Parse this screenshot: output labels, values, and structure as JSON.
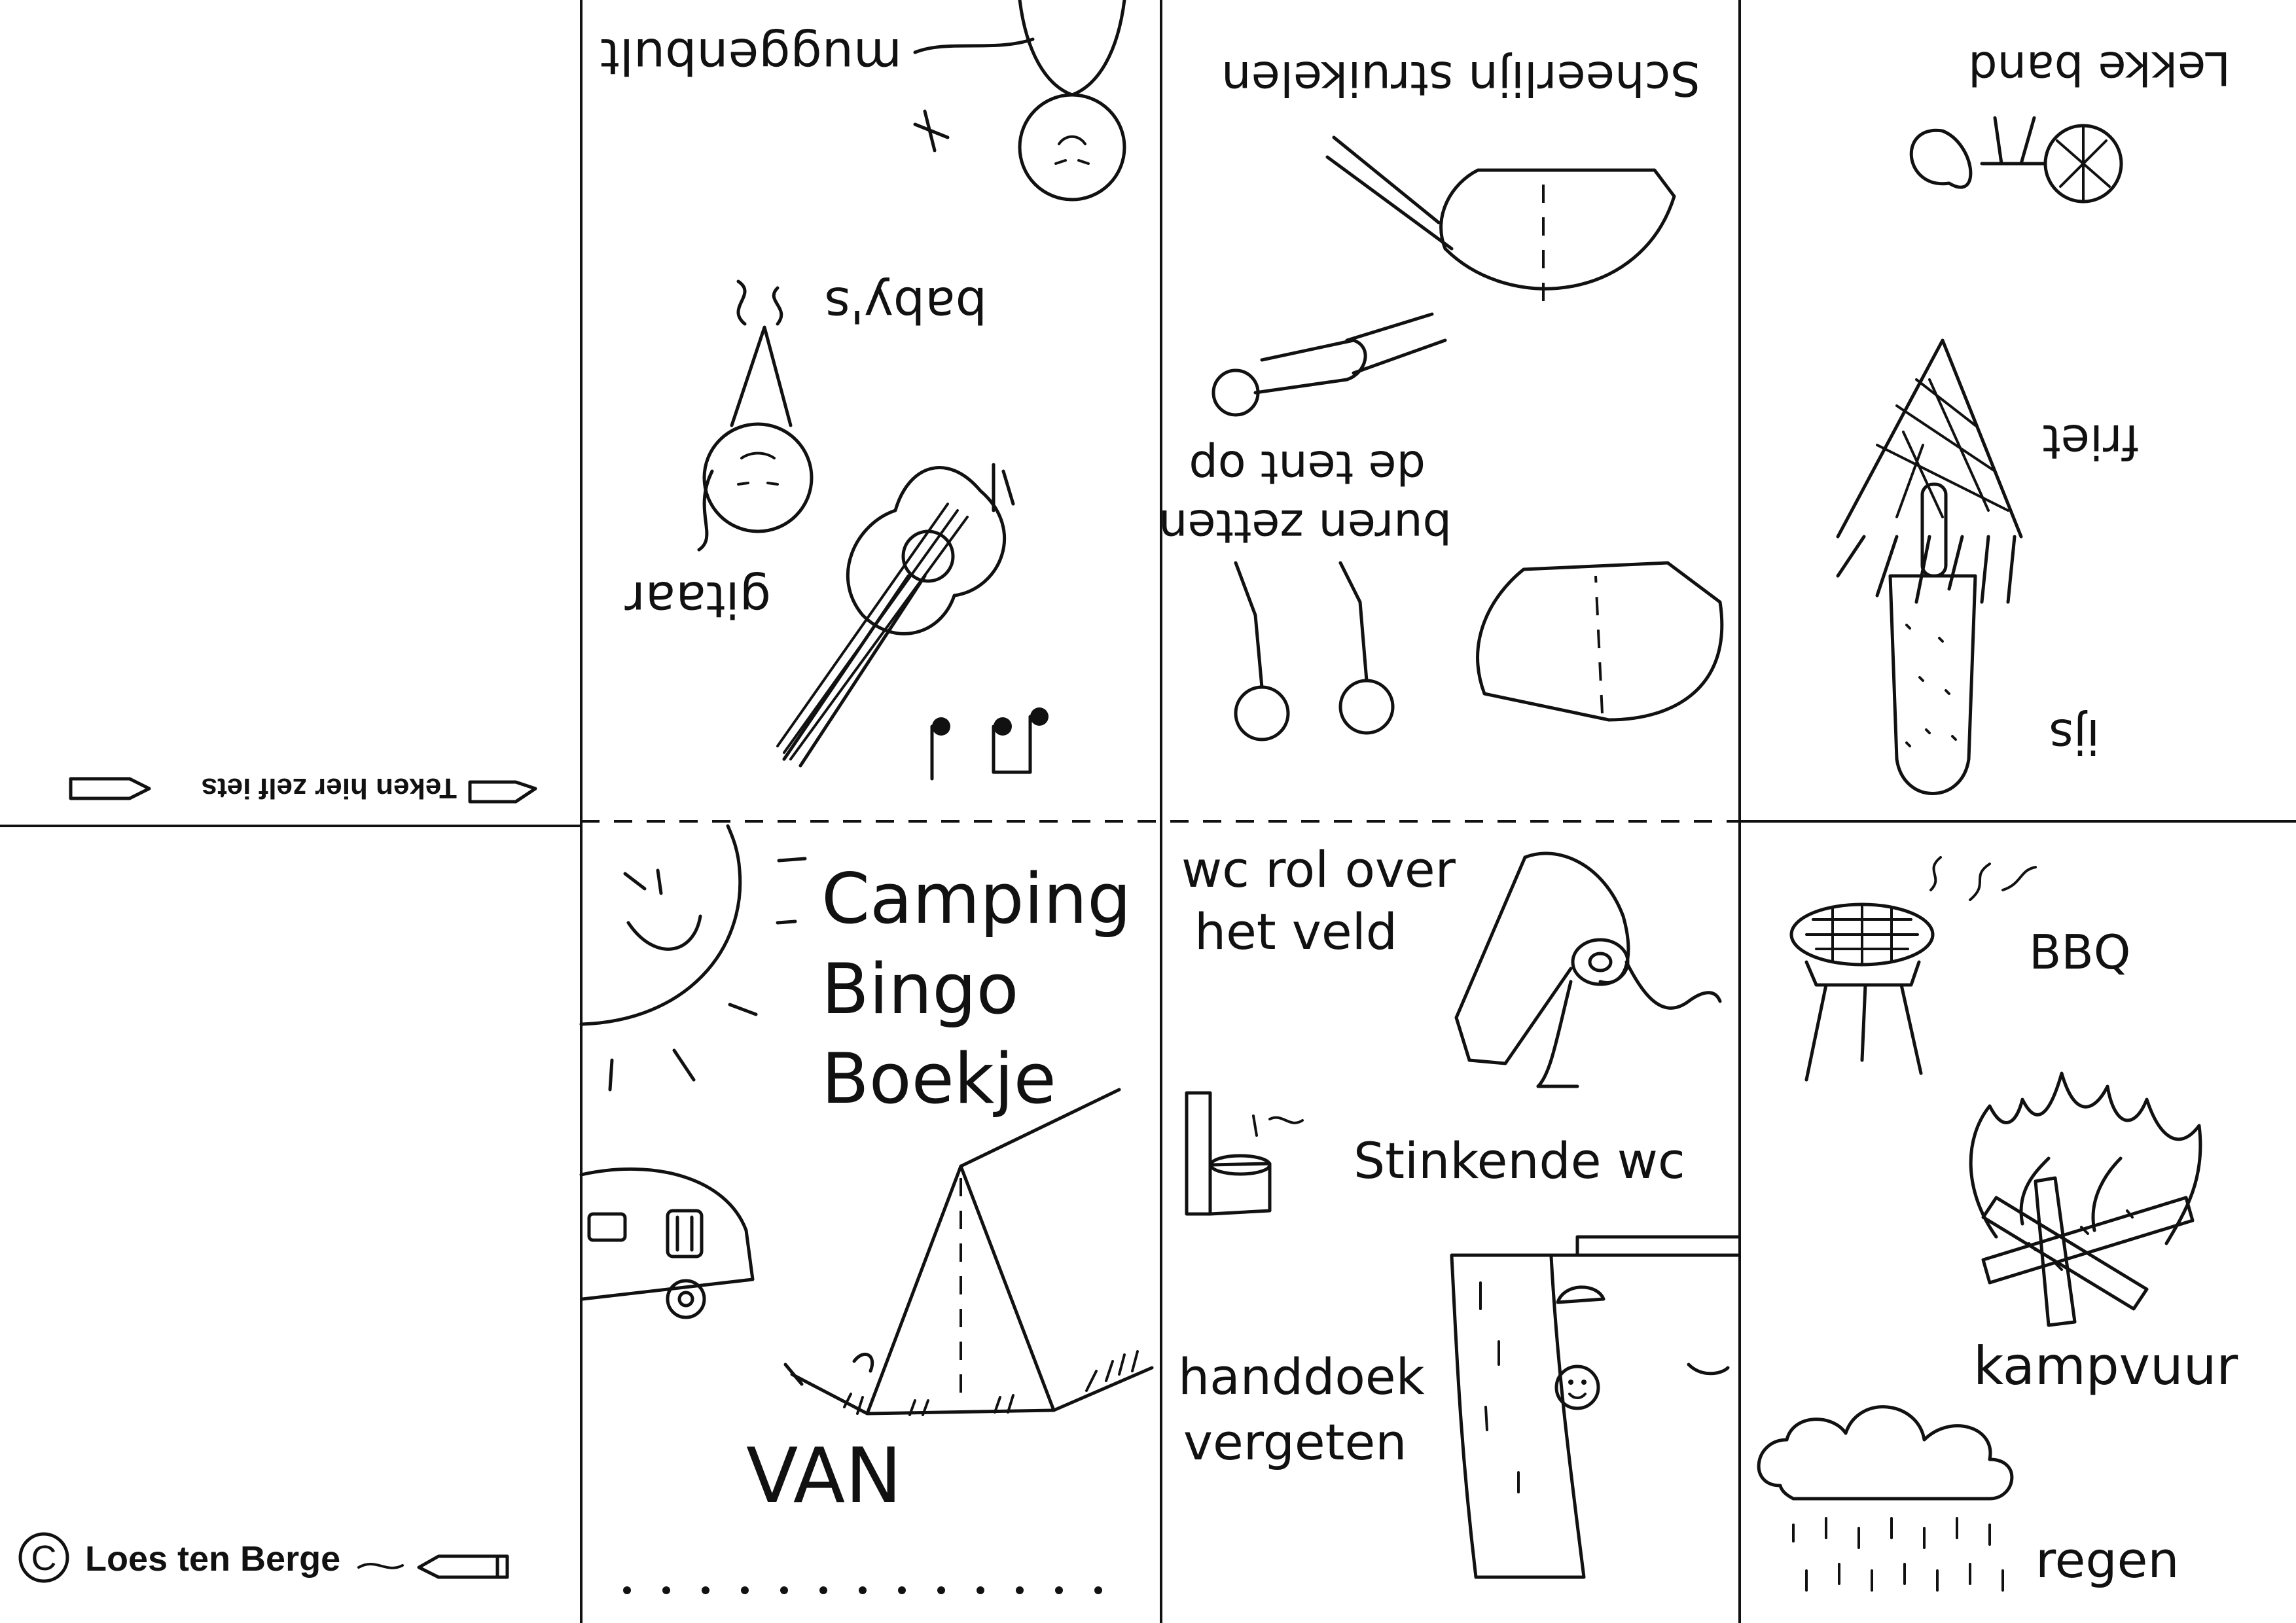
{
  "booklet": {
    "title_line1": "Camping",
    "title_line2": "Bingo",
    "title_line3": "Boekje",
    "from_label": "VAN",
    "copyright_symbol": "C",
    "credit": "Loes ten Berge",
    "draw_prompt": "Teken hier zelf iets"
  },
  "panels_upright": {
    "wc_roll": "wc rol over",
    "wc_roll_2": "het veld",
    "stinky_wc": "Stinkende wc",
    "towel": "handdoek",
    "towel_2": "vergeten",
    "bbq": "BBQ",
    "campfire": "kampvuur",
    "rain": "regen"
  },
  "panels_rotated": {
    "mosquito": "muggenbult",
    "babies": "baby's",
    "guitar": "gitaar",
    "tripping": "Scheerlijn struikelen",
    "neighbours": "buren zetten",
    "neighbours_2": "de tent op",
    "flat_tire": "Lekke band",
    "fries": "friet",
    "ice": "ijs"
  },
  "colors": {
    "ink": "#111111",
    "paper": "#ffffff"
  }
}
